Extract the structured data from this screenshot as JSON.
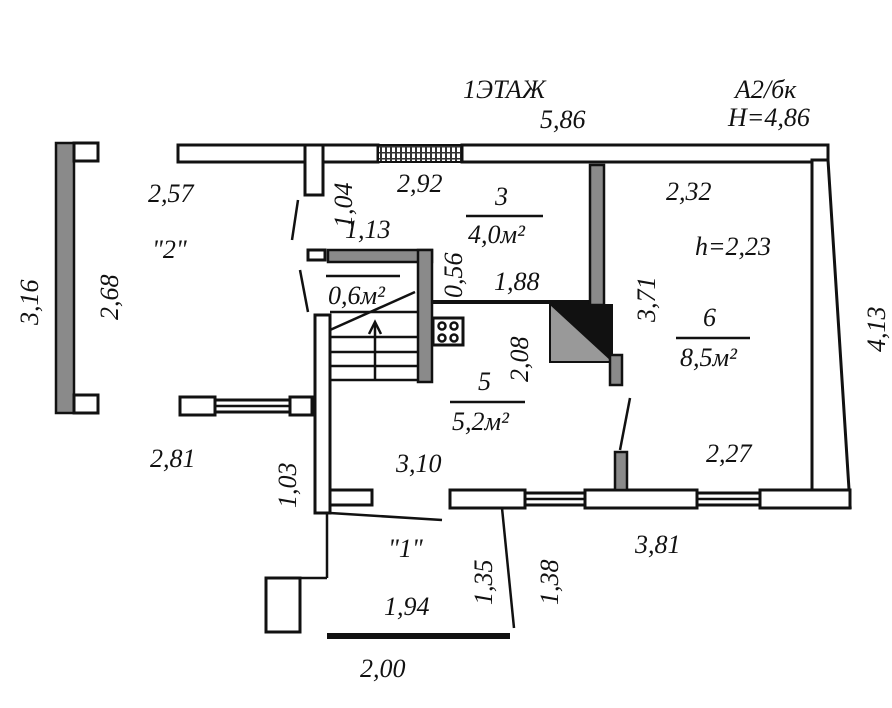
{
  "header": {
    "floor": "1ЭТАЖ",
    "code": "А2/бк",
    "height": "H=4,86"
  },
  "dimensions": {
    "top": "5,86",
    "right": "4,13",
    "left_outer": "3,16",
    "left_inner": "2,68",
    "d257": "2,57",
    "d104": "1,04",
    "d292": "2,92",
    "d113": "1,13",
    "d056": "0,56",
    "d188": "1,88",
    "d208": "2,08",
    "d371": "3,71",
    "d232": "2,32",
    "d227": "2,27",
    "d281": "2,81",
    "d103": "1,03",
    "d310": "3,10",
    "d381": "3,81",
    "d135": "1,35",
    "d138": "1,38",
    "d194": "1,94",
    "d200": "2,00"
  },
  "rooms": [
    {
      "number": "3",
      "area": "4,0м²"
    },
    {
      "number": "5",
      "area": "5,2м²"
    },
    {
      "number": "6",
      "area": "8,5м²",
      "height": "h=2,23"
    },
    {
      "area": "0,6м²"
    }
  ],
  "exterior": {
    "zone1": "\"1\"",
    "zone2": "\"2\""
  }
}
